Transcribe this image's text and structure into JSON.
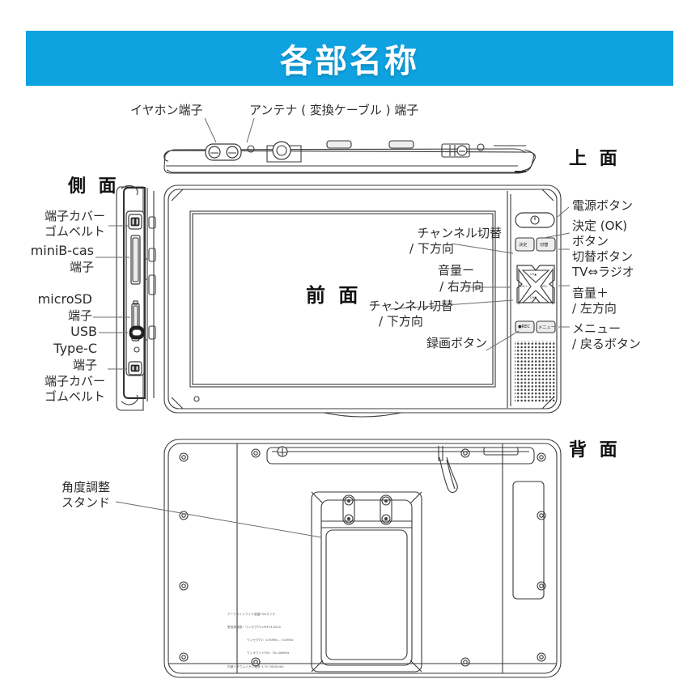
{
  "header": {
    "title": "各部名称",
    "accent_color": "#0FA2E0",
    "title_color": "#FFFFFF"
  },
  "views": {
    "top": "上 面",
    "side": "側 面",
    "front": "前 面",
    "back": "背 面"
  },
  "top_labels": {
    "earphone_jack": "イヤホン端子",
    "antenna_jack": "アンテナ ( 変換ケーブル ) 端子"
  },
  "side_labels": {
    "cover_belt_top_l1": "端子カバー",
    "cover_belt_top_l2": "ゴムベルト",
    "minibcas_l1": "miniB-cas",
    "minibcas_l2": "端子",
    "microsd_l1": "microSD",
    "microsd_l2": "端子",
    "usb_l1": "USB",
    "usb_l2": "Type-C",
    "usb_l3": "端子",
    "cover_belt_bottom_l1": "端子カバー",
    "cover_belt_bottom_l2": "ゴムベルト"
  },
  "front_left_labels": {
    "channel_up_l1": "チャンネル切替",
    "channel_up_l2": "/ 下方向",
    "volume_down_l1": "音量ー",
    "volume_down_l2": "/ 右方向",
    "channel_down_l1": "チャンネル切替",
    "channel_down_l2": "/ 下方向",
    "record_button": "録画ボタン"
  },
  "front_right_labels": {
    "power_button": "電源ボタン",
    "ok_button_l1": "決定 (OK)",
    "ok_button_l2": "ボタン",
    "switch_button_l1": "切替ボタン",
    "switch_button_l2": "TV⇔ラジオ",
    "volume_up_l1": "音量＋",
    "volume_up_l2": "/ 左方向",
    "menu_button_l1": "メニュー",
    "menu_button_l2": "/ 戻るボタン"
  },
  "back_labels": {
    "stand_l1": "角度調整",
    "stand_l2": "スタンド"
  },
  "device_keycaps": {
    "ok": "決定",
    "switch": "切替",
    "record": "●REC",
    "menu": "メニュー",
    "dpad_up": "CH▲",
    "dpad_down": "CH▼",
    "dpad_left": "VOL+",
    "dpad_right": "VOL-"
  },
  "rear_spec_label": {
    "line1": "アークラインワイド液晶TV&ラジオ",
    "line2": "受信周波数：ワンセグTV UHF13-62ch",
    "line3": "ワンセグTV：470MHz - 710MHz",
    "line4": "ワンオワイドFM：76-108MHz",
    "line5": "内蔵リチウムイオン電池 3.7V 2600mAh"
  }
}
